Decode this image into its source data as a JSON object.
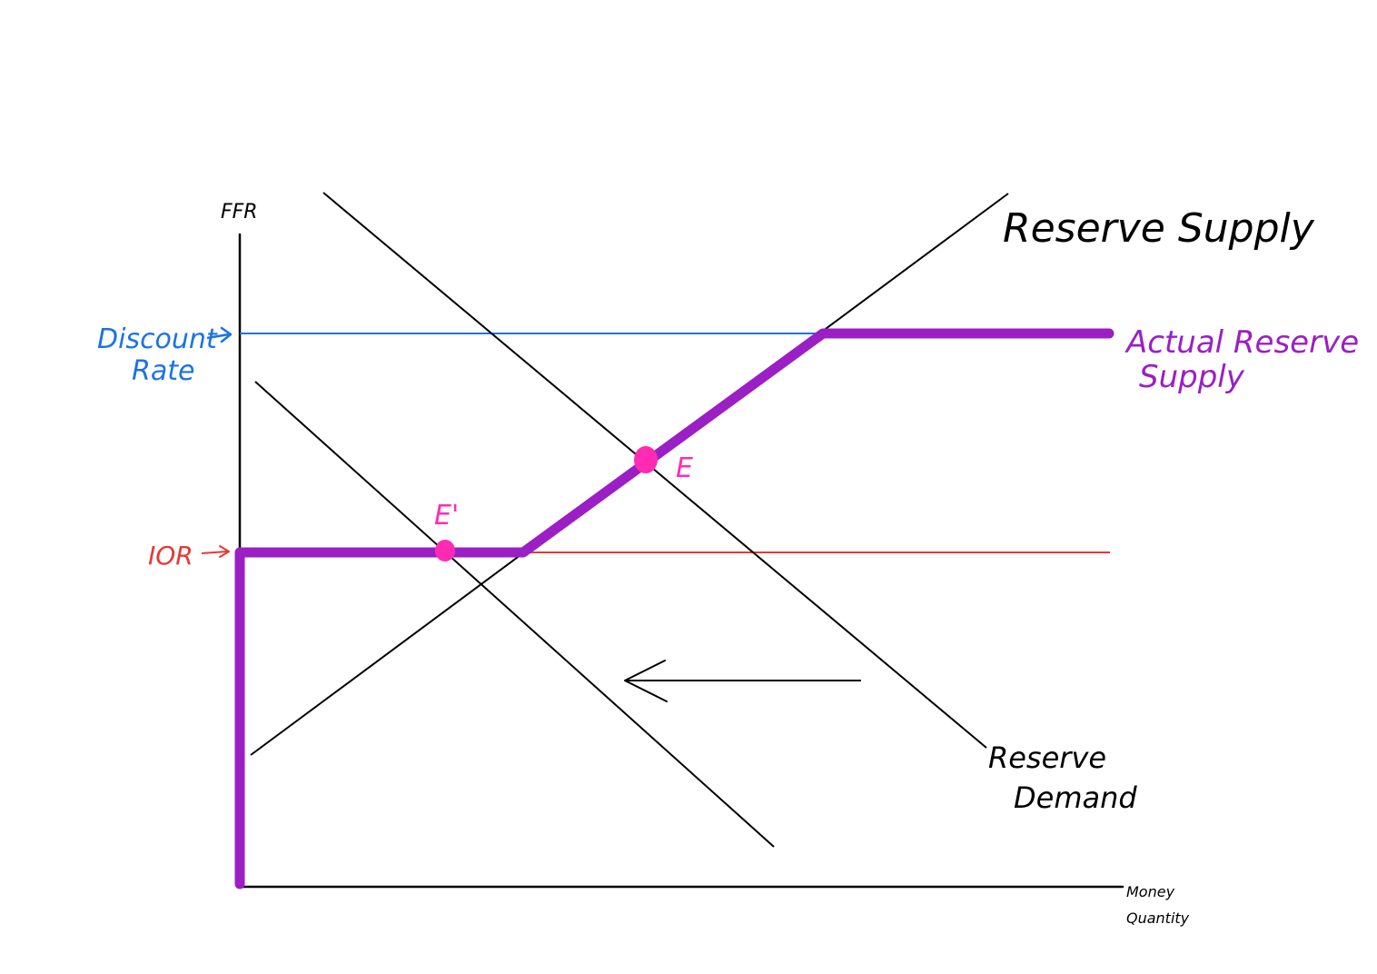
{
  "axes": {
    "y_label": "FFR",
    "x_label_line1": "Money",
    "x_label_line2": "Quantity"
  },
  "rates": {
    "discount_rate_line1": "Discount",
    "discount_rate_line2": "Rate",
    "ior": "IOR"
  },
  "curves": {
    "reserve_supply": "Reserve Supply",
    "actual_reserve_supply_line1": "Actual Reserve",
    "actual_reserve_supply_line2": "Supply",
    "reserve_demand_line1": "Reserve",
    "reserve_demand_line2": "Demand"
  },
  "points": {
    "original_equilibrium": "E",
    "new_equilibrium": "E'"
  },
  "colors": {
    "axis": "#000000",
    "discount_rate": "#1a73e8",
    "ior": "#e53935",
    "actual_supply": "#9b1fc4",
    "equilibrium_point": "#ff2bb5",
    "curve": "#000000"
  }
}
